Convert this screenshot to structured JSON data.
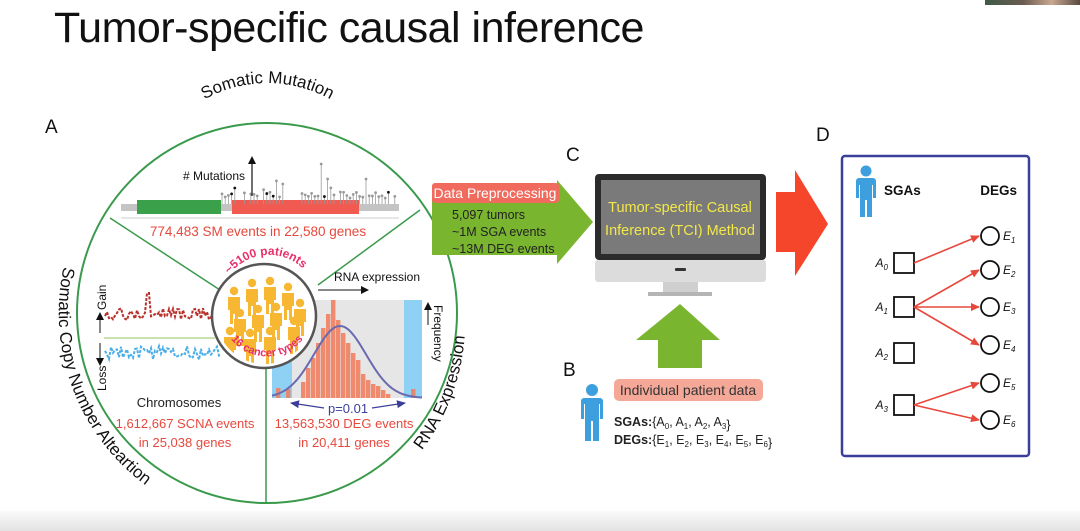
{
  "slide": {
    "title": "Tumor-specific causal inference"
  },
  "panels": {
    "A": {
      "letter": "A",
      "sections": {
        "somatic_mutation": {
          "label": "Somatic Mutation",
          "axis_label": "# Mutations",
          "stat": "774,483 SM events in 22,580 genes"
        },
        "scna": {
          "label": "Somatic Copy Number Alteartion",
          "gain_label": "Gain",
          "loss_label": "Loss",
          "x_label": "Chromosomes",
          "stat_line1": "1,612,667 SCNA events",
          "stat_line2": "in 25,038 genes"
        },
        "rna": {
          "label": "RNA Expression",
          "x_label": "RNA expression",
          "y_label": "Frequency",
          "pvalue": "p=0.01",
          "stat_line1": "13,563,530 DEG events",
          "stat_line2": "in 20,411 genes"
        }
      },
      "center": {
        "top_text": "~5100 patients",
        "bottom_text": "16 cancer types"
      }
    },
    "preprocessing": {
      "badge": "Data Preprocessing",
      "lines": [
        "5,097 tumors",
        "~1M SGA events",
        "~13M DEG events"
      ]
    },
    "C": {
      "letter": "C",
      "screen_line1": "Tumor-specific Causal",
      "screen_line2": "Inference (TCI) Method"
    },
    "B": {
      "letter": "B",
      "badge": "Individual patient data",
      "sgas_label": "SGAs:",
      "sgas": [
        "A",
        "0",
        "A",
        "1",
        "A",
        "2",
        "A",
        "3"
      ],
      "degs_label": "DEGs:",
      "degs": [
        "E",
        "1",
        "E",
        "2",
        "E",
        "3",
        "E",
        "4",
        "E",
        "5",
        "E",
        "6"
      ]
    },
    "D": {
      "letter": "D",
      "sgas_header": "SGAs",
      "degs_header": "DEGs",
      "sga_nodes": [
        {
          "base": "A",
          "sub": "0"
        },
        {
          "base": "A",
          "sub": "1"
        },
        {
          "base": "A",
          "sub": "2"
        },
        {
          "base": "A",
          "sub": "3"
        }
      ],
      "deg_nodes": [
        {
          "base": "E",
          "sub": "1"
        },
        {
          "base": "E",
          "sub": "2"
        },
        {
          "base": "E",
          "sub": "3"
        },
        {
          "base": "E",
          "sub": "4"
        },
        {
          "base": "E",
          "sub": "5"
        },
        {
          "base": "E",
          "sub": "6"
        }
      ],
      "edges": [
        [
          "A0",
          "E1"
        ],
        [
          "A1",
          "E2"
        ],
        [
          "A1",
          "E3"
        ],
        [
          "A1",
          "E4"
        ],
        [
          "A3",
          "E5"
        ],
        [
          "A3",
          "E6"
        ]
      ]
    }
  },
  "colors": {
    "circle_green": "#3a9a4c",
    "stat_red": "#e8483c",
    "magenta": "#e8306a",
    "patient_yellow": "#f7b733",
    "arrow_green": "#7ab530",
    "arrow_red": "#f5452a",
    "person_blue": "#3d9fdd",
    "box_navy": "#3b3f9a",
    "badge_salmon": "#f08a7a",
    "screen_text": "#f2e84a"
  }
}
